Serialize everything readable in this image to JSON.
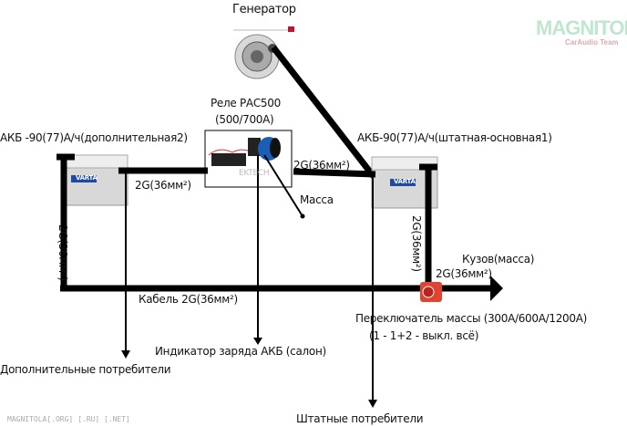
{
  "generator": {
    "label": "Генератор"
  },
  "relay": {
    "label": "Реле РАС500",
    "rating": "(500/700А)",
    "brand_text": "EKTECH"
  },
  "battery_aux": {
    "label": "АКБ -90(77)А/ч(дополнительная2)",
    "brand": "VARTA"
  },
  "battery_main": {
    "label": "АКБ-90(77)А/ч(штатная-основная1)",
    "brand": "VARTA"
  },
  "cables": {
    "aux_to_relay": "2G(36мм²)",
    "relay_to_main": "2G(36мм²)",
    "bottom": "Кабель 2G(36мм²)",
    "left_vertical": "2G(36мм²)",
    "right_vertical": "2G(36мм²)",
    "to_body": "2G(36мм²)"
  },
  "labels": {
    "ground": "Масса",
    "body_ground": "Кузов(масса)",
    "switch": "Переключатель массы (300А/600А/1200А)",
    "switch_modes": "(1 - 1+2 - выкл. всё)",
    "aux_consumers": "Дополнительные потребители",
    "indicator": "Индикатор заряда АКБ (салон)",
    "main_consumers": "Штатные потребители"
  },
  "logo": {
    "name": "MAGNITOLA",
    "sub": "CarAudio Team"
  },
  "footer": "MAGNITOLA[.ORG] [.RU] [.NET]"
}
